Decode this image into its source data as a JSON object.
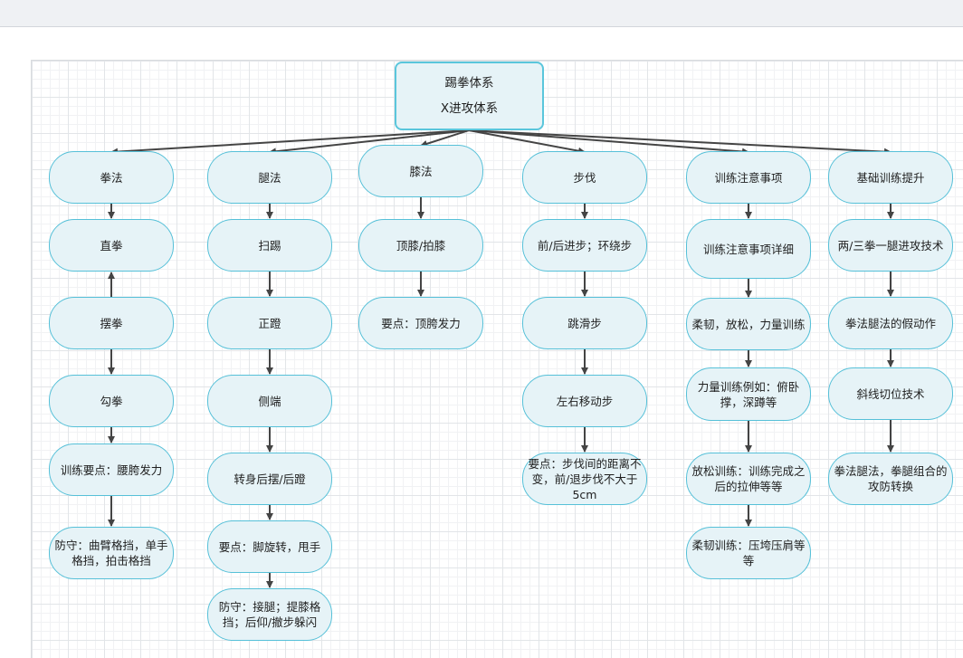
{
  "root": {
    "line1": "踢拳体系",
    "line2": "X进攻体系"
  },
  "columns": [
    {
      "header": "拳法",
      "items": [
        "直拳",
        "摆拳",
        "勾拳",
        "训练要点：腰胯发力",
        "防守：曲臂格挡，单手格挡，拍击格挡"
      ]
    },
    {
      "header": "腿法",
      "items": [
        "扫踢",
        "正蹬",
        "侧端",
        "转身后摆/后蹬",
        "要点：脚旋转，甩手",
        "防守：接腿；提膝格挡；后仰/撤步躲闪"
      ]
    },
    {
      "header": "膝法",
      "items": [
        "顶膝/拍膝",
        "要点：顶胯发力"
      ]
    },
    {
      "header": "步伐",
      "items": [
        "前/后进步；环绕步",
        "跳滑步",
        "左右移动步",
        "要点：步伐间的距离不变，前/退步伐不大于5cm"
      ]
    },
    {
      "header": "训练注意事项",
      "items": [
        "训练注意事项详细",
        "柔韧，放松，力量训练",
        "力量训练例如：俯卧撑，深蹲等",
        "放松训练：训练完成之后的拉伸等等",
        "柔韧训练：压垮压肩等等"
      ]
    },
    {
      "header": "基础训练提升",
      "items": [
        "两/三拳一腿进攻技术",
        "拳法腿法的假动作",
        "斜线切位技术",
        "拳法腿法，拳腿组合的攻防转换"
      ]
    }
  ],
  "colors": {
    "node_fill": "#e6f3f7",
    "node_border": "#56c0d8",
    "arrow": "#444444"
  }
}
